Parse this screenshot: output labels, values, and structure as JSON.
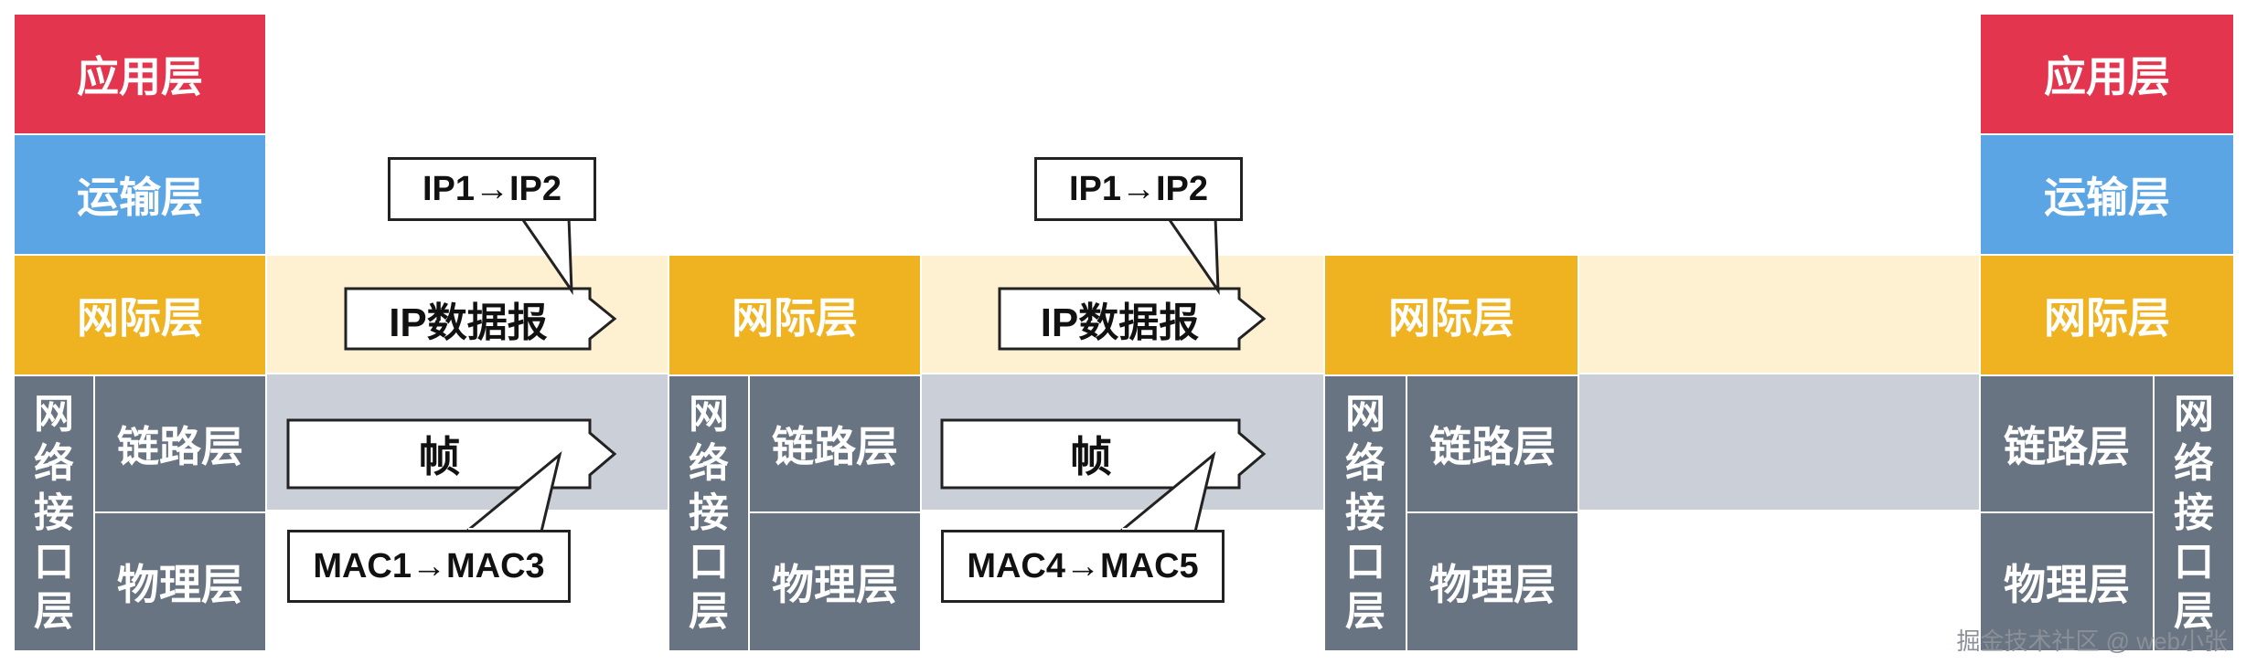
{
  "layers": {
    "app": "应用层",
    "transport": "运输层",
    "network": "网际层",
    "link": "链路层",
    "physical": "物理层",
    "netif_chars": [
      "网",
      "络",
      "接",
      "口",
      "层"
    ]
  },
  "hops": [
    {
      "ip_label": "IP1→IP2",
      "datagram": "IP数据报",
      "frame": "帧",
      "mac_label": "MAC1→MAC3"
    },
    {
      "ip_label": "IP1→IP2",
      "datagram": "IP数据报",
      "frame": "帧",
      "mac_label": "MAC4→MAC5"
    }
  ],
  "watermark": "掘金技术社区 @ web小张",
  "colors": {
    "app": "#e3364e",
    "transport": "#5ba5e5",
    "network": "#efb221",
    "interface": "#697482",
    "network_band": "#fdf1d2",
    "link_band": "#cbcfd8"
  }
}
